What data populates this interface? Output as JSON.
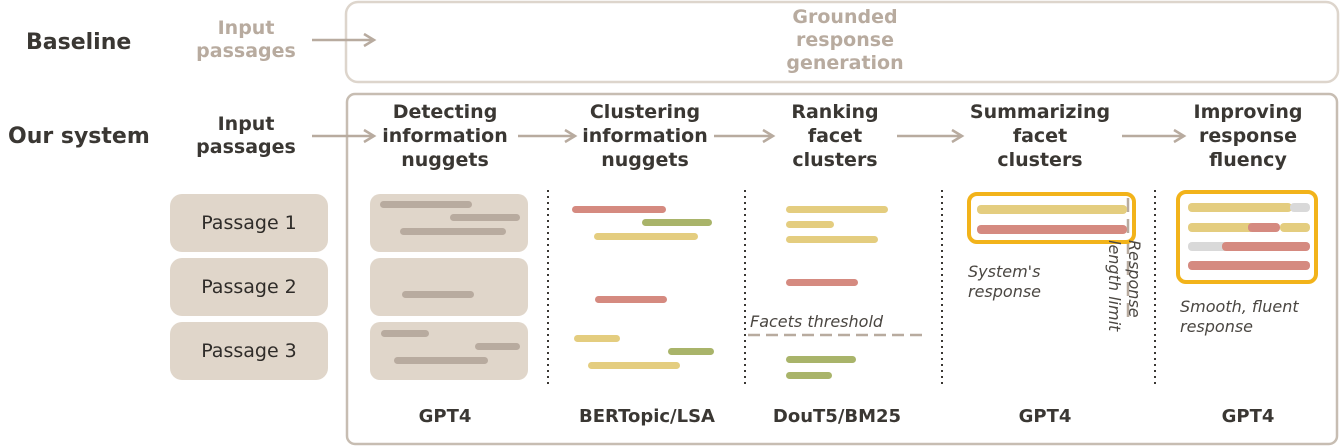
{
  "baseline": {
    "label": "Baseline",
    "input": "Input\npassages",
    "box_text": "Grounded\nresponse\ngeneration"
  },
  "system": {
    "label": "Our system",
    "input": "Input\npassages",
    "stages": [
      {
        "title": "Detecting\ninformation\nnuggets",
        "model": "GPT4"
      },
      {
        "title": "Clustering\ninformation\nnuggets",
        "model": "BERTopic/LSA"
      },
      {
        "title": "Ranking\nfacet\nclusters",
        "model": "DouT5/BM25"
      },
      {
        "title": "Summarizing\nfacet\nclusters",
        "model": "GPT4"
      },
      {
        "title": "Improving\nresponse\nfluency",
        "model": "GPT4"
      }
    ]
  },
  "passages": [
    "Passage 1",
    "Passage 2",
    "Passage 3"
  ],
  "annotations": {
    "facets_threshold": "Facets threshold",
    "systems_response": "System's\nresponse",
    "length_limit": "Response\nlength limit",
    "smooth_response": "Smooth, fluent\nresponse"
  },
  "colors": {
    "tan": "#b8ab9f",
    "red": "#d58a80",
    "green": "#a9b46a",
    "yellow": "#e4cd7f",
    "gray": "#d9d9d9",
    "highlight": "#f2b31a",
    "panel": "#e0d6ca"
  }
}
